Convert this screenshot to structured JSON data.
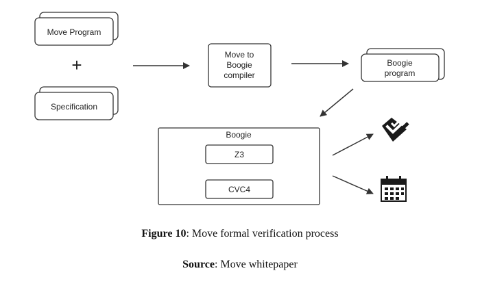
{
  "diagram": {
    "move_program": "Move Program",
    "plus": "+",
    "specification": "Specification",
    "compiler_lines": [
      "Move to",
      "Boogie",
      "compiler"
    ],
    "boogie_program_lines": [
      "Boogie",
      "program"
    ],
    "boogie_title": "Boogie",
    "z3": "Z3",
    "cvc4": "CVC4",
    "icons": [
      "double-check-icon",
      "calendar-icon"
    ]
  },
  "captions": {
    "figure_label": "Figure 10",
    "figure_text": ": Move formal verification process",
    "source_label": "Source",
    "source_text": ": Move whitepaper"
  }
}
